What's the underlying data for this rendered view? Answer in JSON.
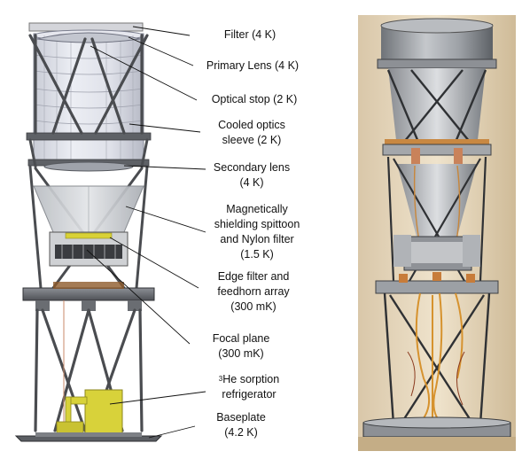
{
  "labels": {
    "filter": "Filter (4 K)",
    "primary_lens": "Primary Lens (4 K)",
    "optical_stop": "Optical stop (2 K)",
    "cooled_sleeve": [
      "Cooled optics",
      "sleeve (2 K)"
    ],
    "secondary_lens": [
      "Secondary lens",
      "(4 K)"
    ],
    "spittoon": [
      "Magnetically",
      "shielding spittoon",
      "and Nylon filter",
      "(1.5 K)"
    ],
    "edge_filter": [
      "Edge filter and",
      "feedhorn array",
      "(300 mK)"
    ],
    "focal_plane": [
      "Focal plane",
      "(300 mK)"
    ],
    "sorption": {
      "superscript": "3",
      "line1": "He sorption",
      "line2": "refrigerator"
    },
    "baseplate": [
      "Baseplate",
      "(4.2 K)"
    ]
  }
}
